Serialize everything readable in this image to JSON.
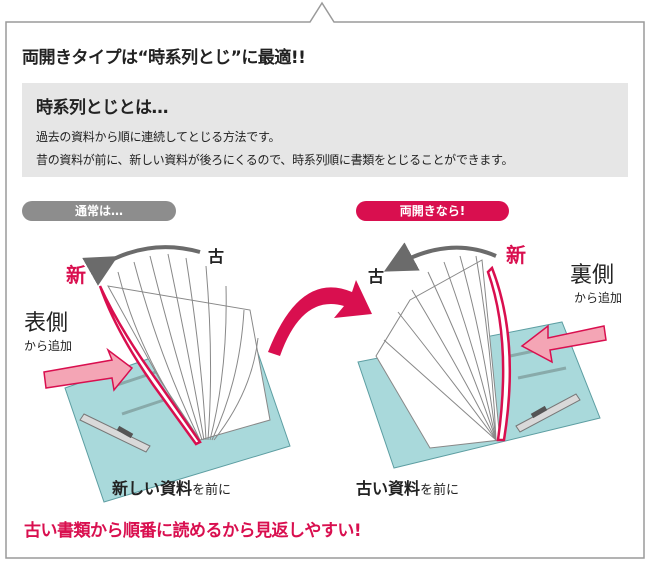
{
  "colors": {
    "accent": "#d90f4f",
    "frame": "#9a9a9a",
    "definition_bg": "#e6e6e6",
    "pill_gray": "#8d8d8d",
    "binder": "#a9d9db",
    "binder_dark": "#5d9ea2",
    "arrow_gray": "#6b6b6b",
    "arrow_pink": "#f4a5b5"
  },
  "title": "両開きタイプは“時系列とじ”に最適!!",
  "definition": {
    "heading": "時系列とじとは…",
    "line1": "過去の資料から順に連続してとじる方法です。",
    "line2": "昔の資料が前に、新しい資料が後ろにくるので、時系列順に書類をとじることができます。"
  },
  "normal": {
    "pill_label": "通常は…",
    "label_new": "新",
    "label_old": "古",
    "side_label": "表側",
    "side_sub": "から追加",
    "caption_bold": "新しい資料",
    "caption_rest": "を前に"
  },
  "double": {
    "pill_label": "両開きなら!",
    "label_new": "新",
    "label_old": "古",
    "side_label": "裏側",
    "side_sub": "から追加",
    "caption_bold": "古い資料",
    "caption_rest": "を前に"
  },
  "conclusion": "古い書類から順番に読めるから見返しやすい!"
}
